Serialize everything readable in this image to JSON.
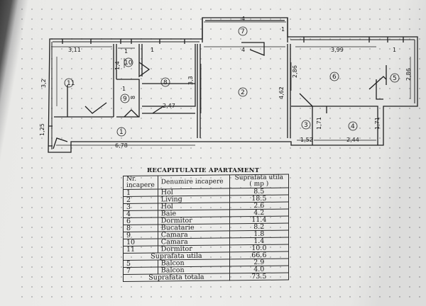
{
  "plan": {
    "rooms": [
      {
        "id": "r1",
        "number": "1"
      },
      {
        "id": "r2",
        "number": "2"
      },
      {
        "id": "r3",
        "number": "3"
      },
      {
        "id": "r4",
        "number": "4"
      },
      {
        "id": "r5",
        "number": "5"
      },
      {
        "id": "r6",
        "number": "6"
      },
      {
        "id": "r7",
        "number": "7"
      },
      {
        "id": "r8",
        "number": "8"
      },
      {
        "id": "r9",
        "number": "9"
      },
      {
        "id": "r10",
        "number": "10"
      },
      {
        "id": "r11",
        "number": "11"
      }
    ],
    "dimensions": [
      "4",
      "1",
      "4",
      "3,11",
      "1",
      "1",
      "3,99",
      "1",
      "3,2",
      "1,4",
      "3,3",
      "2,86",
      "2,86",
      "4,62",
      "1",
      "8",
      "2,47",
      "1,25",
      "6,78",
      "1,71",
      "1,71",
      "1,52",
      "2,44"
    ]
  },
  "recap": {
    "title": "RECAPITULATIE APARTAMENT",
    "headers": {
      "nr": "Nr. incapere",
      "name": "Denumire incapere",
      "area": "Suprafata utila ( mp )"
    },
    "rows": [
      {
        "nr": "1",
        "name": "Hol",
        "area": "8.5"
      },
      {
        "nr": "2",
        "name": "Living",
        "area": "18.5"
      },
      {
        "nr": "3",
        "name": "Hol",
        "area": "2.6"
      },
      {
        "nr": "4",
        "name": "Baie",
        "area": "4.2"
      },
      {
        "nr": "6",
        "name": "Dormitor",
        "area": "11.4"
      },
      {
        "nr": "8",
        "name": "Bucatarie",
        "area": "8.2"
      },
      {
        "nr": "9",
        "name": "Camara",
        "area": "1.8"
      },
      {
        "nr": "10",
        "name": "Camara",
        "area": "1.4"
      },
      {
        "nr": "11",
        "name": "Dormitor",
        "area": "10.0"
      }
    ],
    "useful_label": "Suprafata utila",
    "useful_value": "66.6",
    "balcony_rows": [
      {
        "nr": "5",
        "name": "Balcon",
        "area": "2.9"
      },
      {
        "nr": "7",
        "name": "Balcon",
        "area": "4.0"
      }
    ],
    "total_label": "Suprafata totala",
    "total_value": "73.5"
  }
}
